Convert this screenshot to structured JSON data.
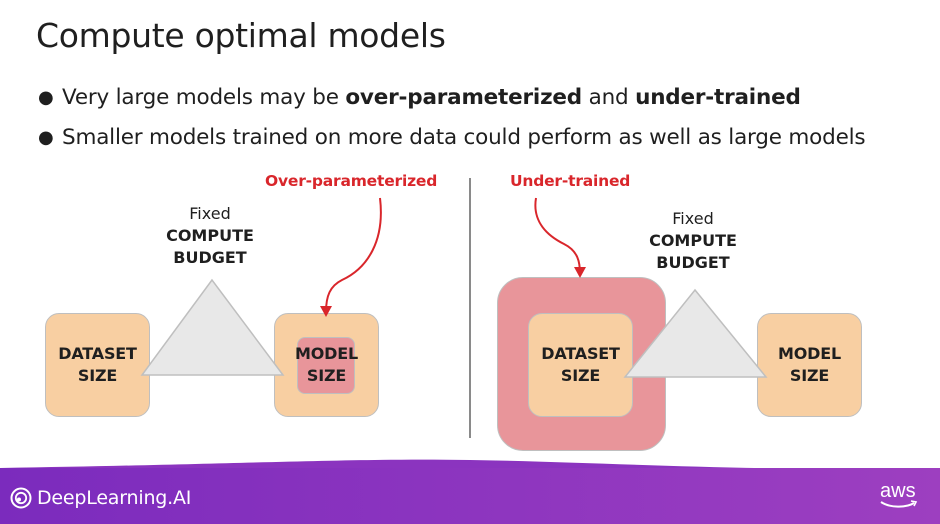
{
  "slide": {
    "title": "Compute optimal models",
    "bullets": [
      {
        "pre": "Very large models may be ",
        "b1": "over-parameterized",
        "mid": " and ",
        "b2": "under-trained"
      },
      {
        "text": "Smaller models trained on more data could perform as well as large models"
      }
    ]
  },
  "left_diagram": {
    "dataset_label": "DATASET\nSIZE",
    "model_label": "MODEL\nSIZE",
    "fixed": "Fixed",
    "compute": "COMPUTE",
    "budget": "BUDGET",
    "annotation": "Over-parameterized"
  },
  "right_diagram": {
    "dataset_label": "DATASET\nSIZE",
    "model_label": "MODEL\nSIZE",
    "fixed": "Fixed",
    "compute": "COMPUTE",
    "budget": "BUDGET",
    "annotation": "Under-trained"
  },
  "footer": {
    "brand": "DeepLearning.AI",
    "partner": "aws"
  },
  "colors": {
    "box_fill": "#f8cfa2",
    "highlight_red": "#e8959a",
    "annotation_red": "#d9262b",
    "triangle_fill": "#e8e8e8",
    "footer_purple": "#8b34bf"
  }
}
